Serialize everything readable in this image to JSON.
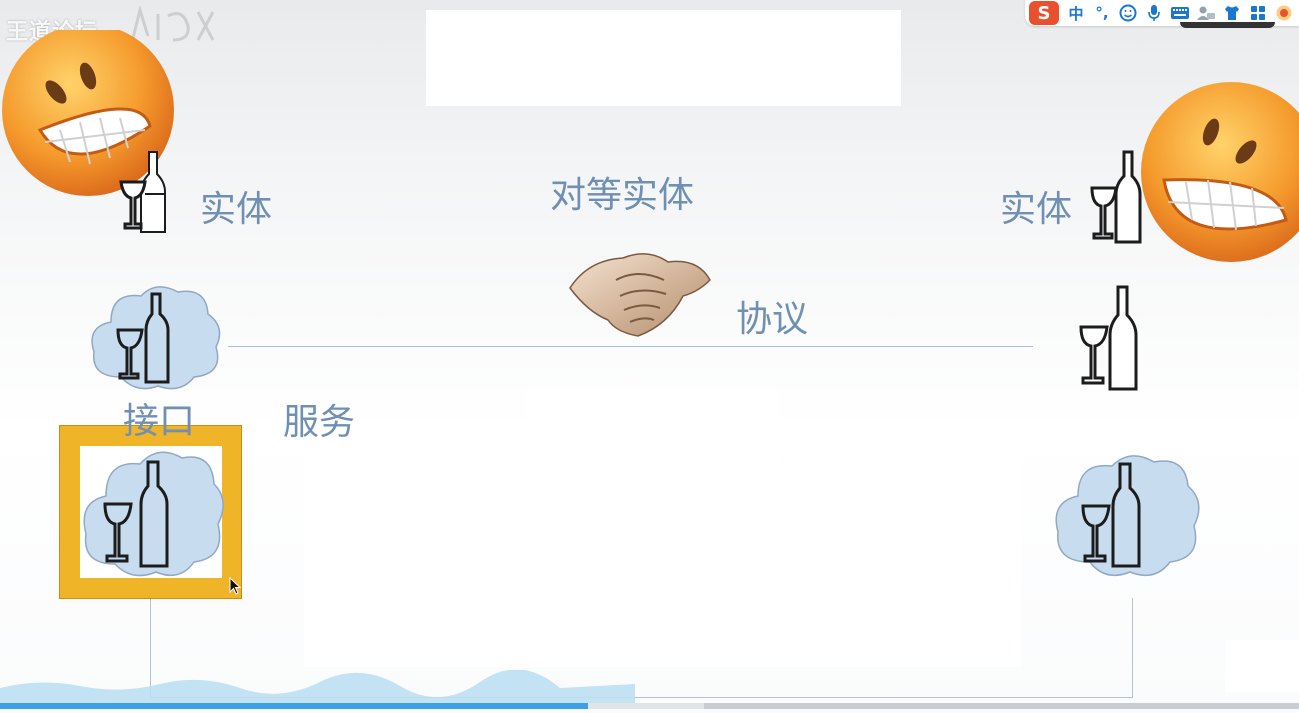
{
  "watermark": {
    "site": "王道论坛"
  },
  "ime_toolbar": {
    "logo": "S",
    "mode": "中",
    "punctuation": "°,",
    "icons": [
      "smiley-icon",
      "microphone-icon",
      "keyboard-icon",
      "user-card-icon",
      "shirt-icon",
      "grid-icon",
      "skin-icon"
    ]
  },
  "slide": {
    "peer_entity_title": "对等实体",
    "entity_left": "实体",
    "entity_right": "实体",
    "protocol": "协议",
    "interface": "接口",
    "service": "服务"
  },
  "video": {
    "progress": 0.453,
    "buffered": 0.542
  },
  "colors": {
    "label": "#6f8fb3",
    "highlight": "#f0b429",
    "cloud": "#c8dcef",
    "progress": "#3ea0e4",
    "ime_logo": "#e8502e"
  }
}
